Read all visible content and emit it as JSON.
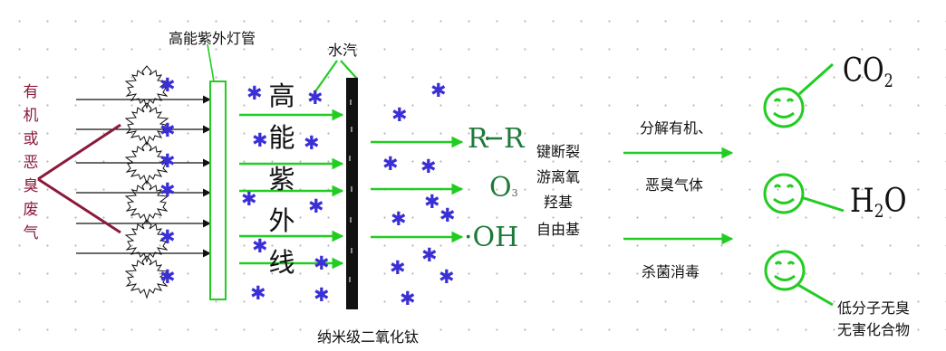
{
  "input_label": [
    "有",
    "机",
    "或",
    "恶",
    "臭",
    "废",
    "气"
  ],
  "uv_lamp_label": "高能紫外灯管",
  "water_vapor_label": "水汽",
  "uv_light_label": [
    "高",
    "能",
    "紫",
    "外",
    "线"
  ],
  "catalyst_label": "纳米级二氧化钛",
  "radicals": {
    "r_r": "R",
    "r_r_2": "R",
    "ozone": "O",
    "ozone_sub": "3",
    "hydroxyl": "·OH"
  },
  "mechanisms": [
    "键断裂",
    "游离氧",
    "羟基",
    "自由基"
  ],
  "effects": {
    "top_line1": "分解有机、",
    "top_line2": "恶臭气体",
    "bottom": "杀菌消毒"
  },
  "products": {
    "co2_main": "CO",
    "co2_sub": "2",
    "h2o_h": "H",
    "h2o_sub": "2",
    "h2o_o": "O",
    "low_mol_line1": "低分子无臭",
    "low_mol_line2": "无害化合物"
  },
  "colors": {
    "green": "#22cc22",
    "dark_green": "#1e7a3a",
    "maroon": "#8b1a3a",
    "star_blue": "#3a2fd6"
  }
}
